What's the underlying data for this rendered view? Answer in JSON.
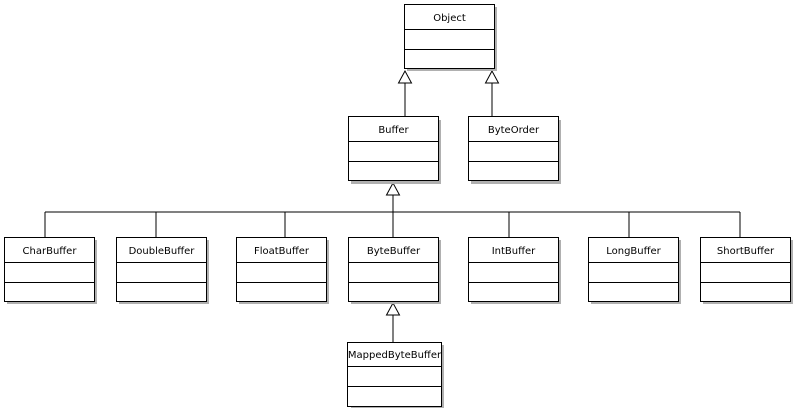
{
  "diagram": {
    "type": "uml-class-diagram",
    "classes": {
      "object": "Object",
      "buffer": "Buffer",
      "byteorder": "ByteOrder",
      "charbuffer": "CharBuffer",
      "doublebuffer": "DoubleBuffer",
      "floatbuffer": "FloatBuffer",
      "bytebuffer": "ByteBuffer",
      "intbuffer": "IntBuffer",
      "longbuffer": "LongBuffer",
      "shortbuffer": "ShortBuffer",
      "mappedbytebuffer": "MappedByteBuffer"
    },
    "generalizations": [
      {
        "from": "buffer",
        "to": "object"
      },
      {
        "from": "byteorder",
        "to": "object"
      },
      {
        "from": "charbuffer",
        "to": "buffer"
      },
      {
        "from": "doublebuffer",
        "to": "buffer"
      },
      {
        "from": "floatbuffer",
        "to": "buffer"
      },
      {
        "from": "bytebuffer",
        "to": "buffer"
      },
      {
        "from": "intbuffer",
        "to": "buffer"
      },
      {
        "from": "longbuffer",
        "to": "buffer"
      },
      {
        "from": "shortbuffer",
        "to": "buffer"
      },
      {
        "from": "mappedbytebuffer",
        "to": "bytebuffer"
      }
    ]
  }
}
